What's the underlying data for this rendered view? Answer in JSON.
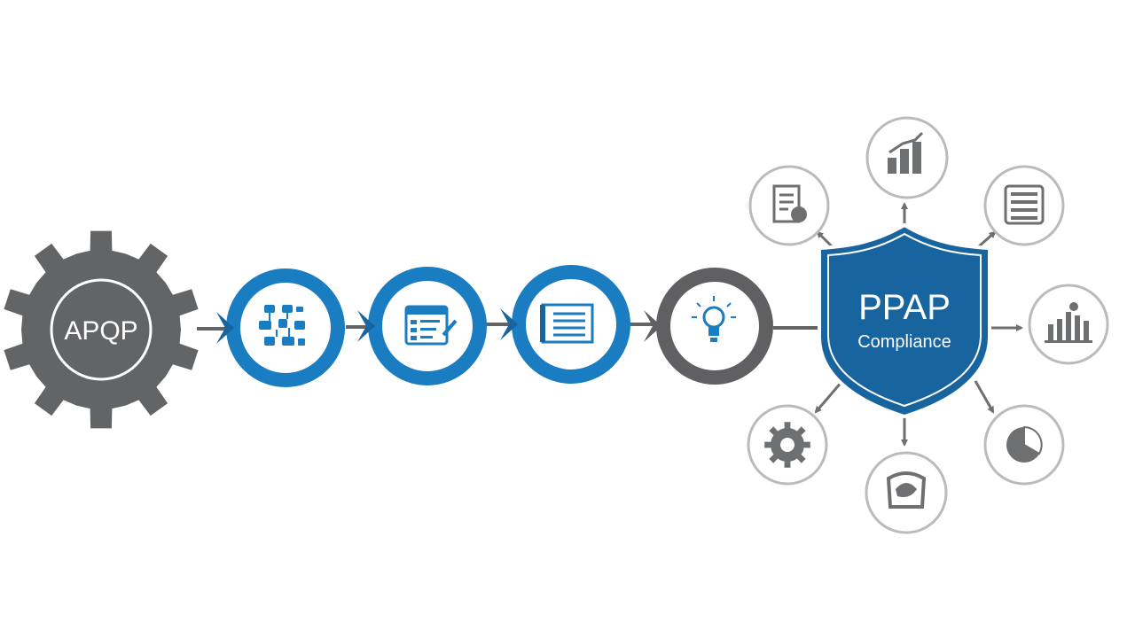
{
  "diagram": {
    "start_label": "APQP",
    "end_title": "PPAP",
    "end_subtitle": "Compliance",
    "colors": {
      "gear": "#636466",
      "blue": "#1a7cc1",
      "blue_dark": "#18649f",
      "gray_ring": "#606062",
      "satellite_ring": "#b9bbbd",
      "icon_gray": "#6e6f71"
    },
    "process_steps": [
      {
        "icon": "flowchart-icon",
        "color": "blue"
      },
      {
        "icon": "calendar-checklist-icon",
        "color": "blue"
      },
      {
        "icon": "document-lines-icon",
        "color": "blue"
      },
      {
        "icon": "lightbulb-icon",
        "color": "gray"
      }
    ],
    "outputs": [
      {
        "icon": "document-stamp-icon"
      },
      {
        "icon": "bar-chart-icon"
      },
      {
        "icon": "server-list-icon"
      },
      {
        "icon": "analytics-chart-icon"
      },
      {
        "icon": "pie-chart-icon"
      },
      {
        "icon": "hand-badge-icon"
      },
      {
        "icon": "gear-icon"
      }
    ]
  }
}
